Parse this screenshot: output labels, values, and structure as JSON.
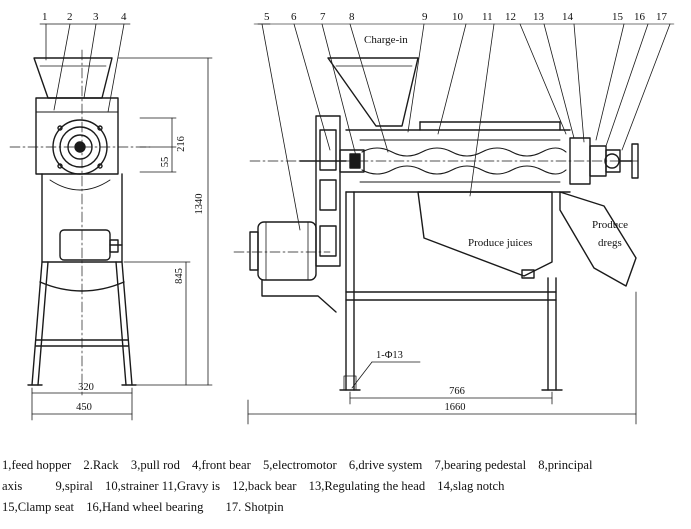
{
  "callouts": [
    "1",
    "2",
    "3",
    "4",
    "5",
    "6",
    "7",
    "8",
    "9",
    "10",
    "11",
    "12",
    "13",
    "14",
    "15",
    "16",
    "17"
  ],
  "dimensions": {
    "d216": "216",
    "d55": "55",
    "d1340": "1340",
    "d845": "845",
    "d320": "320",
    "d450": "450",
    "d766": "766",
    "d1660": "1660",
    "d_phi13": "1-Φ13"
  },
  "annotations": {
    "charge_in": "Charge-in",
    "produce_juices": "Produce juices",
    "produce_dregs_1": "Produce",
    "produce_dregs_2": "dregs"
  },
  "legend": {
    "line1": [
      "1,feed hopper",
      "2.Rack",
      "3,pull rod",
      "4,front bear",
      "5,electromotor",
      "6,drive system",
      "7,bearing pedestal",
      "8,principal"
    ],
    "line2": [
      "axis",
      "9,spiral",
      "10,strainer 11,Gravy is",
      "12,back bear",
      "13,Regulating the head",
      "14,slag notch"
    ],
    "line3": [
      "15,Clamp seat",
      "16,Hand wheel bearing",
      "17. Shotpin"
    ]
  }
}
